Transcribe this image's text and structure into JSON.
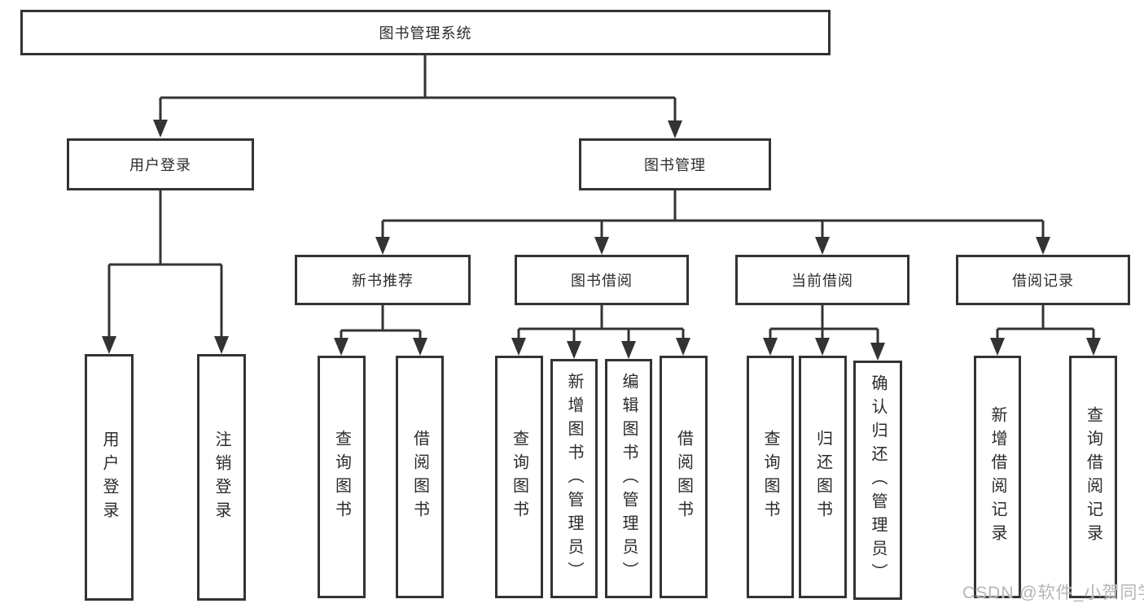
{
  "page": {
    "background": "#ffffff"
  },
  "colors": {
    "line": "#333333",
    "box_border": "#333333",
    "box_fill": "#ffffff",
    "text": "#2b2b2b",
    "watermark": "#b5b5b5"
  },
  "watermark": "CSDN @软件_小贺同学",
  "tree": {
    "root": {
      "label": "图书管理系统"
    },
    "children": [
      {
        "label": "用户登录",
        "children": [
          {
            "label": "用户登录"
          },
          {
            "label": "注销登录"
          }
        ]
      },
      {
        "label": "图书管理",
        "children": [
          {
            "label": "新书推荐",
            "children": [
              {
                "label": "查询图书"
              },
              {
                "label": "借阅图书"
              }
            ]
          },
          {
            "label": "图书借阅",
            "children": [
              {
                "label": "查询图书"
              },
              {
                "label": "新增图书（管理员）"
              },
              {
                "label": "编辑图书（管理员）"
              },
              {
                "label": "借阅图书"
              }
            ]
          },
          {
            "label": "当前借阅",
            "children": [
              {
                "label": "查询图书"
              },
              {
                "label": "归还图书"
              },
              {
                "label": "确认归还（管理员）"
              }
            ]
          },
          {
            "label": "借阅记录",
            "children": [
              {
                "label": "新增借阅记录"
              },
              {
                "label": "查询借阅记录"
              }
            ]
          }
        ]
      }
    ]
  }
}
